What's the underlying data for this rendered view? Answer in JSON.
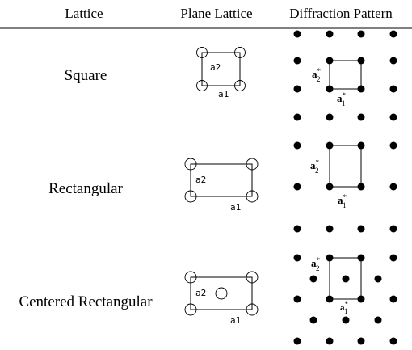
{
  "header": {
    "col1": "Lattice",
    "col2": "Plane Lattice",
    "col3": "Diffraction Pattern"
  },
  "rows": [
    {
      "name": "Square",
      "plane": {
        "a1": "a1",
        "a2": "a2"
      },
      "reciprocal": {
        "a1": "a",
        "a1_sup": "*",
        "a1_sub": "1",
        "a2": "a",
        "a2_sup": "*",
        "a2_sub": "2"
      }
    },
    {
      "name": "Rectangular",
      "plane": {
        "a1": "a1",
        "a2": "a2"
      },
      "reciprocal": {
        "a1": "a",
        "a1_sup": "*",
        "a1_sub": "1",
        "a2": "a",
        "a2_sup": "*",
        "a2_sub": "2"
      }
    },
    {
      "name": "Centered Rectangular",
      "plane": {
        "a1": "a1",
        "a2": "a2"
      },
      "reciprocal": {
        "a1": "a",
        "a1_sup": "*",
        "a1_sub": "1",
        "a2": "a",
        "a2_sup": "*",
        "a2_sub": "2"
      }
    }
  ],
  "colors": {
    "ink": "#000000",
    "background": "#ffffff"
  }
}
